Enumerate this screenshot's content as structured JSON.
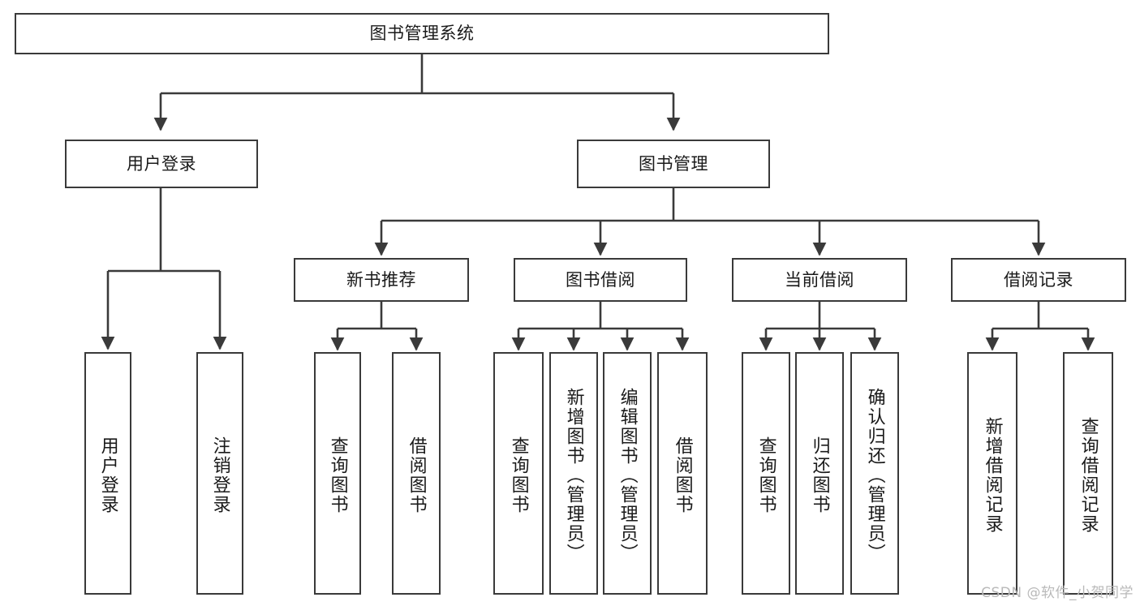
{
  "diagram": {
    "title": "图书管理系统",
    "type": "tree-hierarchy",
    "stroke_color": "#3a3a3a",
    "background_color": "#ffffff",
    "text_color": "#1a1a1a"
  },
  "nodes": {
    "root": {
      "label": "图书管理系统"
    },
    "level2": [
      {
        "label": "用户登录"
      },
      {
        "label": "图书管理"
      }
    ],
    "level3": [
      {
        "label": "新书推荐"
      },
      {
        "label": "图书借阅"
      },
      {
        "label": "当前借阅"
      },
      {
        "label": "借阅记录"
      }
    ],
    "leaves": {
      "user_login": [
        {
          "label": "用户登录"
        },
        {
          "label": "注销登录"
        }
      ],
      "new_book_recommend": [
        {
          "label": "查询图书"
        },
        {
          "label": "借阅图书"
        }
      ],
      "book_borrow": [
        {
          "label": "查询图书"
        },
        {
          "label": "新增图书（管理员）"
        },
        {
          "label": "编辑图书（管理员）"
        },
        {
          "label": "借阅图书"
        }
      ],
      "current_borrow": [
        {
          "label": "查询图书"
        },
        {
          "label": "归还图书"
        },
        {
          "label": "确认归还（管理员）"
        }
      ],
      "borrow_record": [
        {
          "label": "新增借阅记录"
        },
        {
          "label": "查询借阅记录"
        }
      ]
    }
  },
  "watermark": {
    "text": "CSDN @软件_小贺同学"
  }
}
